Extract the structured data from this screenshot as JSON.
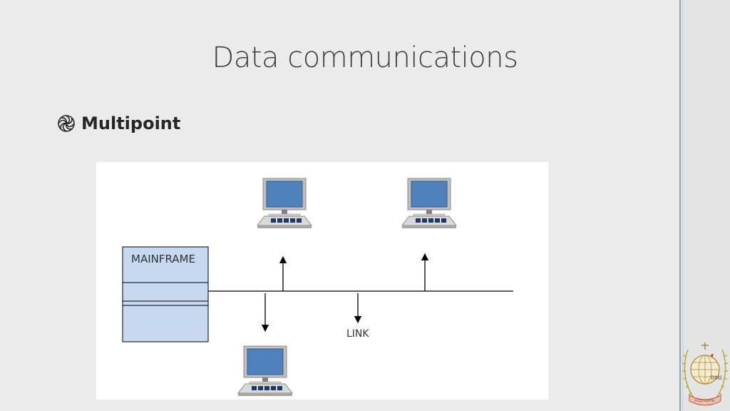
{
  "slide": {
    "title": "Data communications",
    "bullet": "Multipoint"
  },
  "diagram": {
    "mainframe_label": "MAINFRAME",
    "link_label": "LINK",
    "colors": {
      "mainframe_fill": "#c6d9f1",
      "screen_fill": "#4f81bd",
      "line": "#000000"
    }
  },
  "logo": {
    "top_text": "DMI",
    "bottom_text": "ST.JOSEPH"
  }
}
